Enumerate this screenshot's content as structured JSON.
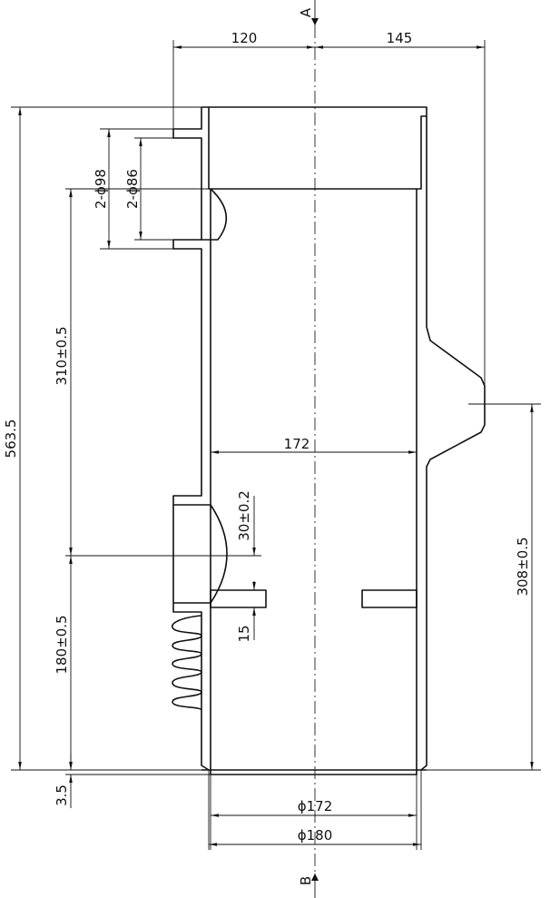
{
  "section_labels": {
    "top": "A",
    "bottom": "B"
  },
  "dimensions": {
    "left_width": "120",
    "right_width": "145",
    "total_height": "563.5",
    "outer_bore": "2-ϕ98",
    "inner_bore": "2-ϕ86",
    "upper_spacing": "310±0.5",
    "inner_diameter_mid": "172",
    "boss_height": "30±0.2",
    "lower_spacing": "180±0.5",
    "rib_offset": "15",
    "right_spacing": "308±0.5",
    "base_offset": "3.5",
    "bottom_diameter_inner": "ϕ172",
    "bottom_diameter_outer": "ϕ180"
  }
}
